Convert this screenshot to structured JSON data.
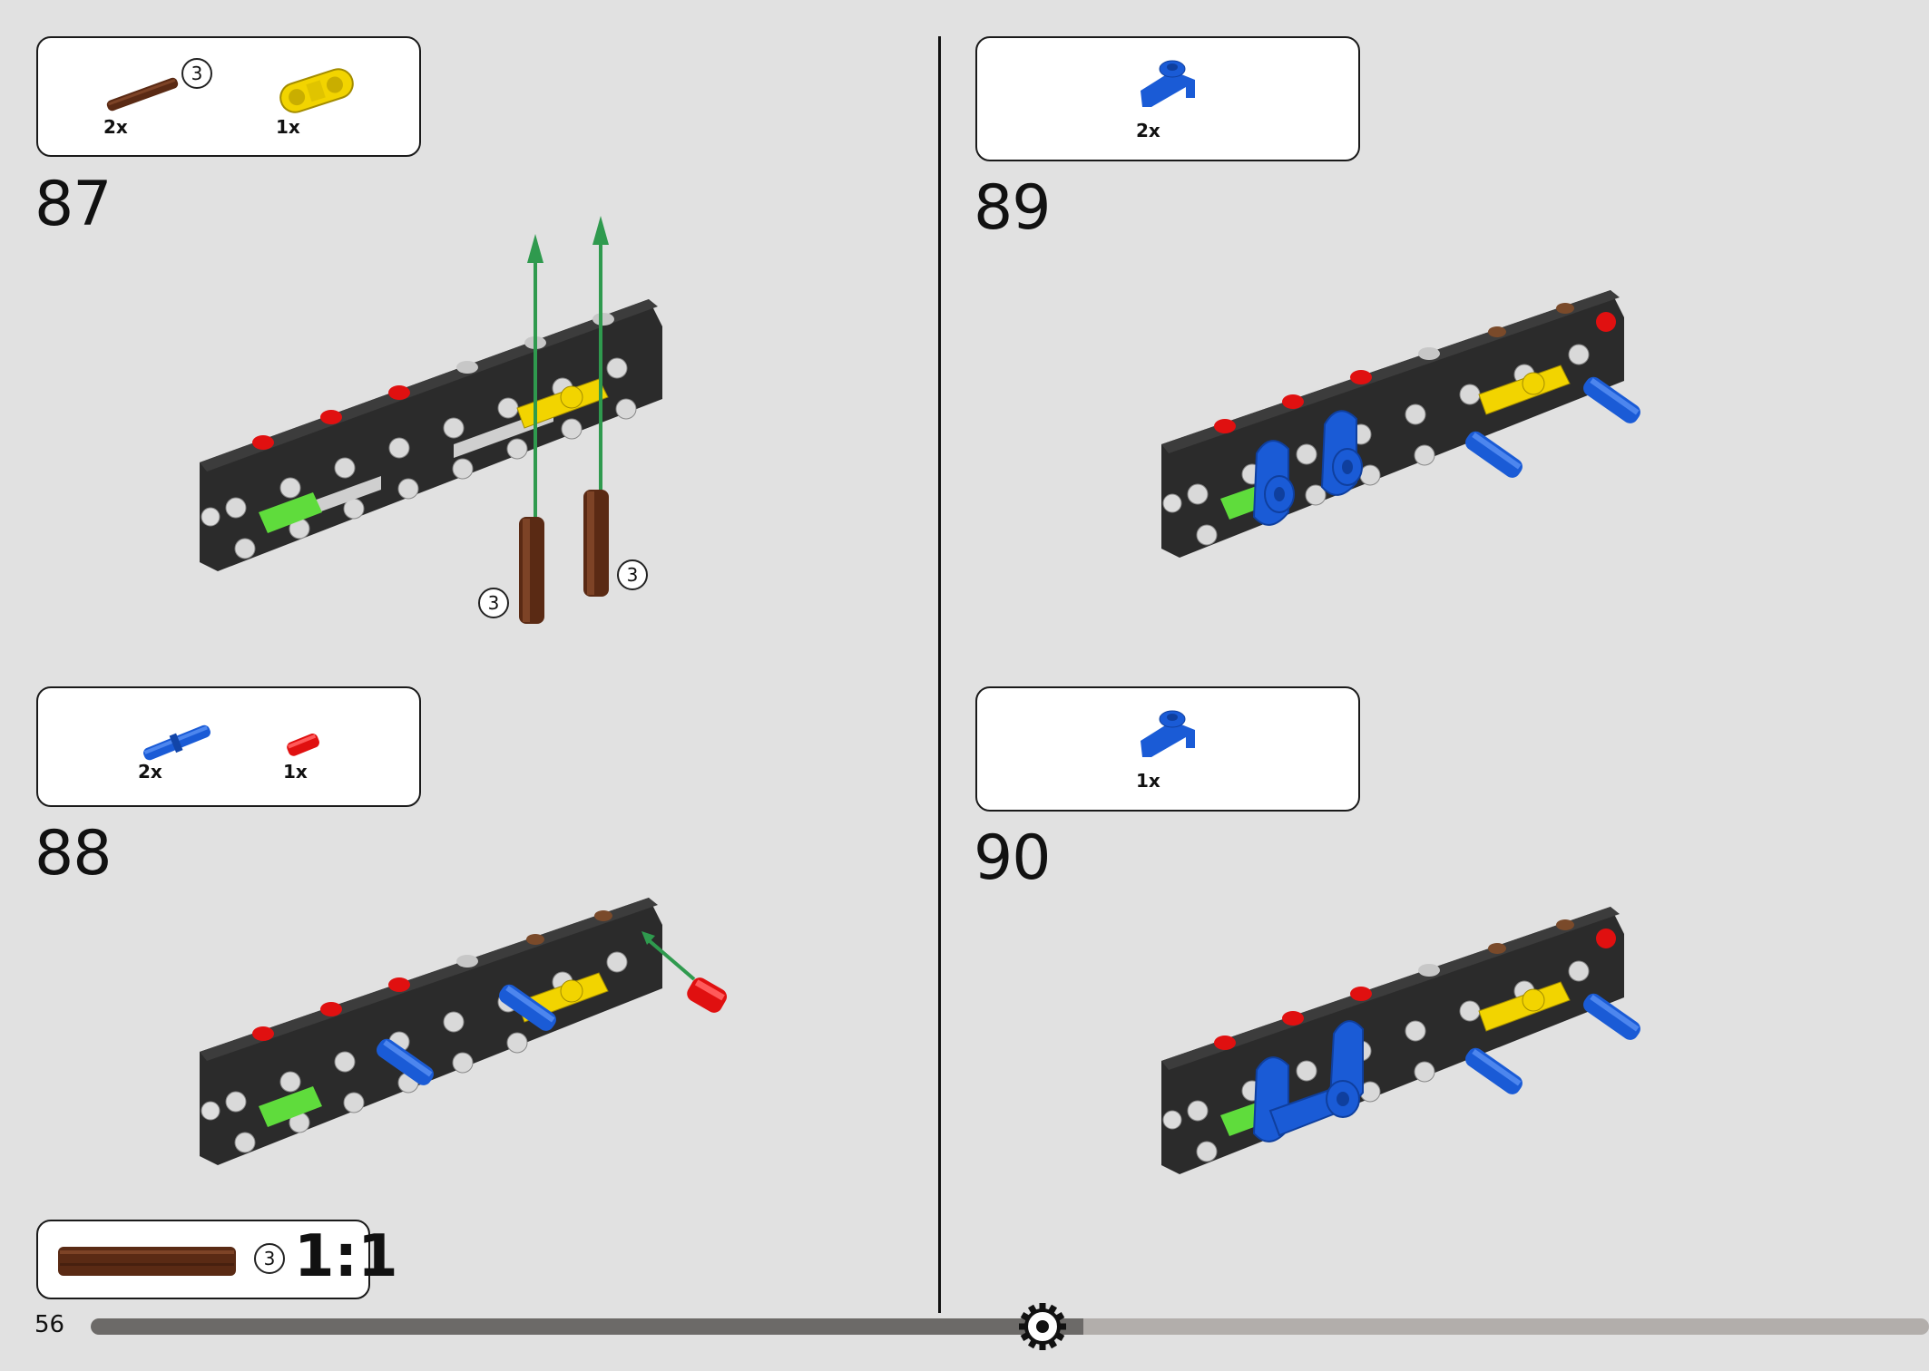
{
  "page": {
    "number": "56",
    "progress_fraction": 0.54
  },
  "colors": {
    "background": "#e1e1e1",
    "frame": "#2b2b2b",
    "axle_brown": "#5a2a14",
    "connector_yellow": "#f2d400",
    "pin_blue": "#1a5bd6",
    "pin_red": "#e01010",
    "bush_green": "#5fdc3c",
    "arrow_green": "#2f9a4e"
  },
  "steps": [
    {
      "number": "87",
      "parts": [
        {
          "icon": "brown-axle-3-icon",
          "qty": "2x",
          "length": "3"
        },
        {
          "icon": "yellow-connector-icon",
          "qty": "1x"
        }
      ],
      "callouts": [
        "3",
        "3"
      ]
    },
    {
      "number": "88",
      "parts": [
        {
          "icon": "blue-pin-icon",
          "qty": "2x"
        },
        {
          "icon": "red-pin-icon",
          "qty": "1x"
        }
      ]
    },
    {
      "number": "89",
      "parts": [
        {
          "icon": "blue-bracket-icon",
          "qty": "2x"
        }
      ]
    },
    {
      "number": "90",
      "parts": [
        {
          "icon": "blue-bracket-icon",
          "qty": "1x"
        }
      ]
    }
  ],
  "scale_reference": {
    "length": "3",
    "ratio": "1:1"
  }
}
